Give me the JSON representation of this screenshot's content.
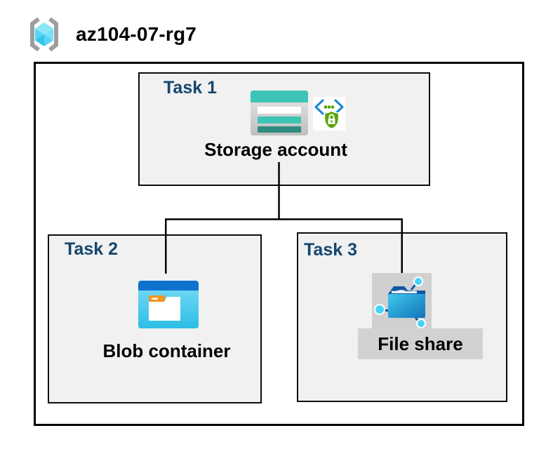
{
  "header": {
    "icon": "resource-group-icon",
    "resource_group_name": "az104-07-rg7"
  },
  "resource_group": {
    "tasks": [
      {
        "label": "Task 1",
        "caption": "Storage account",
        "icons": [
          "storage-account-icon",
          "secure-access-sas-icon"
        ]
      },
      {
        "label": "Task 2",
        "caption": "Blob container",
        "icons": [
          "blob-container-icon"
        ]
      },
      {
        "label": "Task 3",
        "caption": "File share",
        "icons": [
          "file-share-icon"
        ]
      }
    ]
  },
  "connections": [
    {
      "from": "Storage account",
      "to": "Blob container"
    },
    {
      "from": "Storage account",
      "to": "File share"
    }
  ],
  "colors": {
    "task_label": "#14466E",
    "task_box_fill": "#F1F1F1",
    "box_border": "#000000",
    "storage_teal": "#3EC4B4",
    "storage_teal_dark": "#2E8B80",
    "blob_header_blue": "#0F72CE",
    "folder_orange": "#F7941E",
    "fileshare_navy": "#0C59A4",
    "fileshare_node_cyan": "#45D4F5",
    "shield_green": "#57A300",
    "chevron_blue": "#1488D8",
    "highlight_gray": "#D2D2D2",
    "bracket_gray": "#9D9D9D",
    "cube_cyan": "#55D5F2"
  }
}
